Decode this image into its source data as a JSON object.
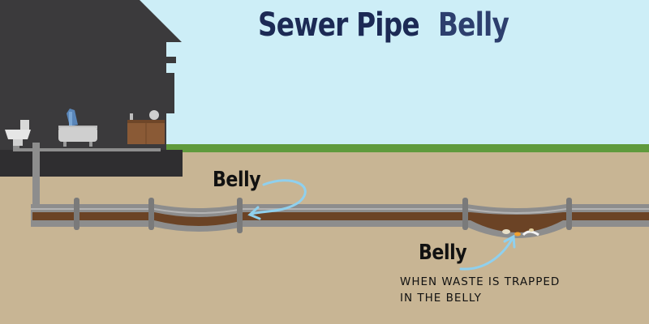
{
  "title": {
    "part1": "Sewer Pipe",
    "part2": "Belly"
  },
  "labels": {
    "belly_top": "Belly",
    "belly_bottom": "Belly",
    "caption_line1": "WHEN WASTE IS TRAPPED",
    "caption_line2": "IN THE BELLY"
  },
  "colors": {
    "sky": "#cdeef7",
    "ground": "#c8b594",
    "grass": "#5f9a3c",
    "house": "#3b3a3c",
    "pipe": "#8d8d8d",
    "pipe_flow": "#6b4325",
    "arrow": "#8fd0ee",
    "title_primary": "#1c2a55",
    "title_secondary": "#2d3f6e"
  },
  "icons": [
    "toilet-icon",
    "bathtub-icon",
    "vanity-sink-icon",
    "curved-arrow-icon"
  ]
}
